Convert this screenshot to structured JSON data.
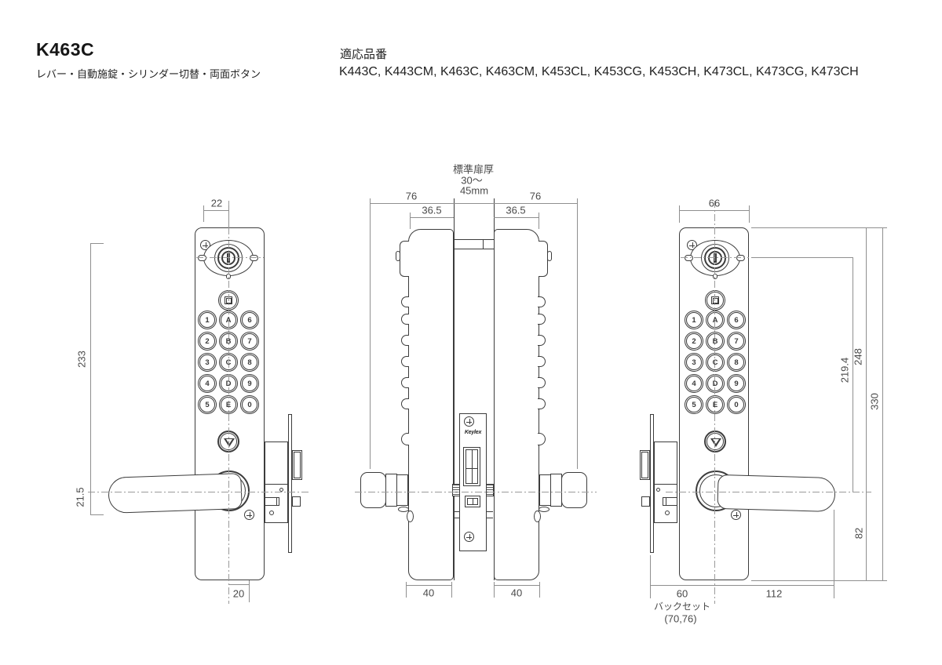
{
  "header": {
    "model": "K463C",
    "subtitle": "レバー・自動施錠・シリンダー切替・両面ボタン",
    "compat_label": "適応品番",
    "compat_models": "K443C, K443CM, K463C, K463CM, K453CL, K453CG, K453CH, K473CL, K473CG, K473CH"
  },
  "brand": {
    "logo": "Keylex"
  },
  "keypad": {
    "rows": [
      [
        "1",
        "A",
        "6"
      ],
      [
        "2",
        "B",
        "7"
      ],
      [
        "3",
        "C",
        "8"
      ],
      [
        "4",
        "D",
        "9"
      ],
      [
        "5",
        "E",
        "0"
      ]
    ],
    "top_button_glyph": "□",
    "bottom_button_glyph": "▽"
  },
  "views": {
    "front_left": {
      "dims": {
        "cylinder_offset": "22",
        "height": "233",
        "lever_offset": "21.5",
        "bottom_offset": "20"
      }
    },
    "side": {
      "dims": {
        "depth_left": "76",
        "body_depth_left": "36.5",
        "door_label_line1": "標準扉厚",
        "door_label_line2": "30〜",
        "door_label_line3": "45mm",
        "depth_right": "76",
        "body_depth_right": "36.5",
        "body_width_left": "40",
        "body_width_right": "40"
      }
    },
    "front_right": {
      "dims": {
        "width": "66",
        "cylinder_to_lever": "219.4",
        "top_to_lever": "248",
        "total_height": "330",
        "lever_to_bottom": "82",
        "backset": "60",
        "lever_length": "112",
        "backset_label": "バックセット",
        "backset_options": "(70,76)"
      }
    }
  }
}
